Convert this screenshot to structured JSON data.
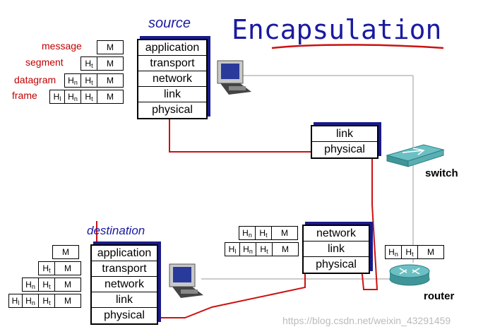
{
  "title": "Encapsulation",
  "source_label": "source",
  "destination_label": "destination",
  "switch_label": "switch",
  "router_label": "router",
  "watermark": "https://blog.csdn.net/weixin_43291459",
  "pdu_labels": {
    "message": "message",
    "segment": "segment",
    "datagram": "datagram",
    "frame": "frame"
  },
  "source_layers": [
    "application",
    "transport",
    "network",
    "link",
    "physical"
  ],
  "switch_layers": [
    "link",
    "physical"
  ],
  "router_layers": [
    "network",
    "link",
    "physical"
  ],
  "destination_layers": [
    "application",
    "transport",
    "network",
    "link",
    "physical"
  ],
  "headers": {
    "m": "M",
    "ht": "H",
    "ht_sub": "t",
    "hn": "H",
    "hn_sub": "n",
    "hl": "H",
    "hl_sub": "l"
  },
  "colors": {
    "accent_red": "#c00000",
    "stack_shadow": "#1a1a8c",
    "title_blue": "#1a1aa0",
    "path_red": "#cc1111",
    "device_teal": "#4aa3a6"
  }
}
